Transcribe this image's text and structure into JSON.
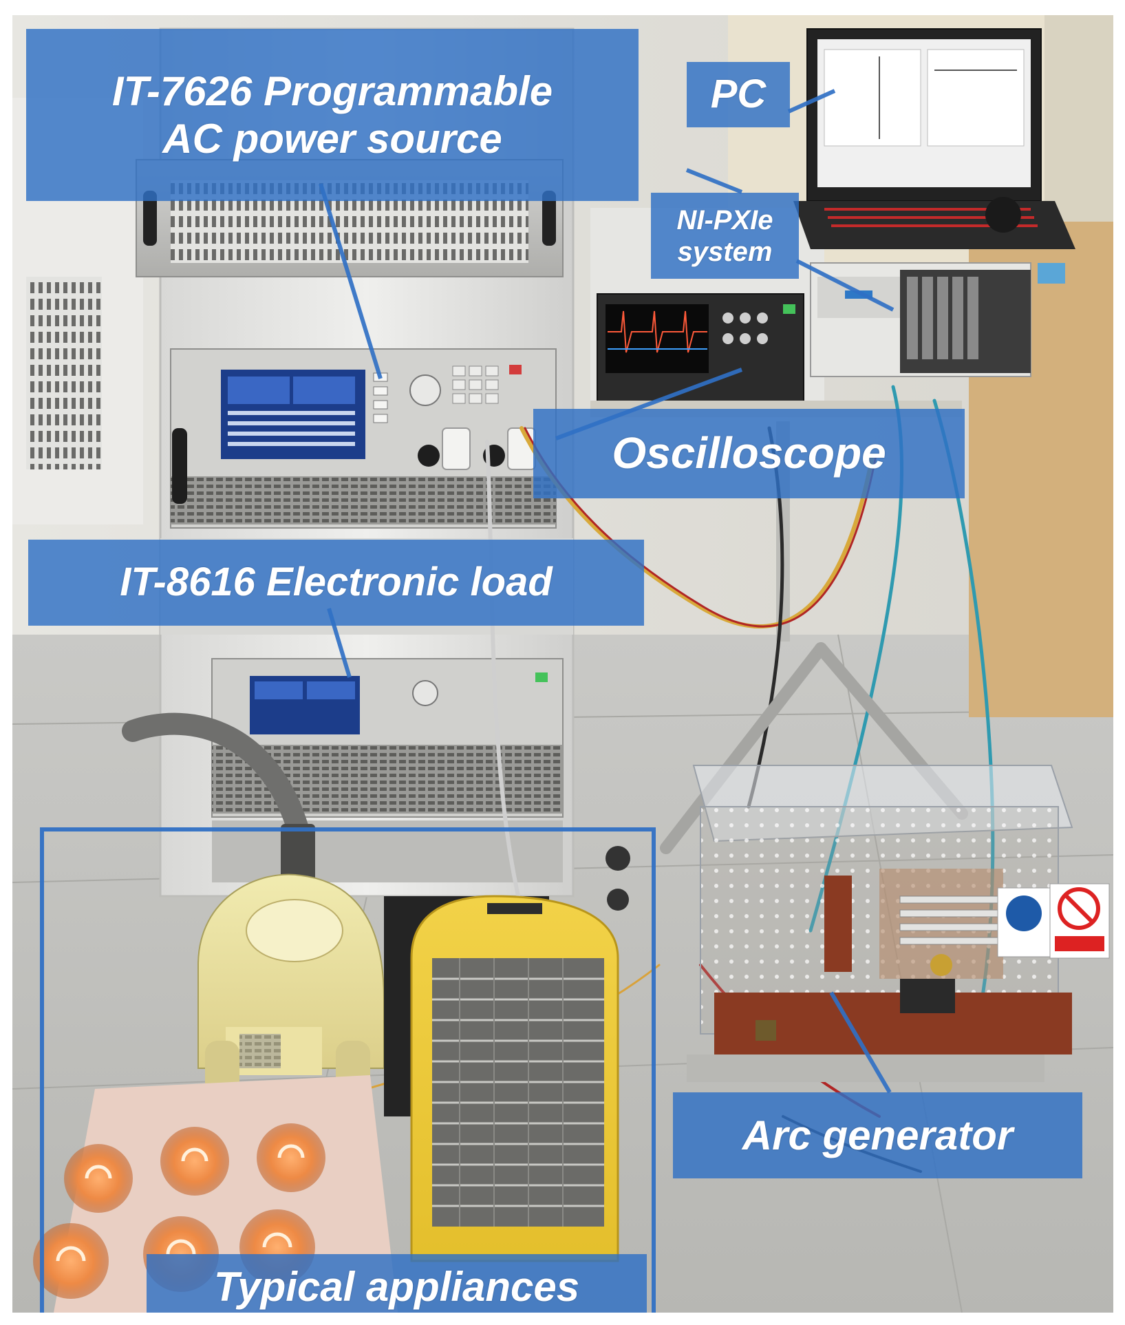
{
  "labels": {
    "ac_source_line1": "IT-7626 Programmable",
    "ac_source_line2": "AC power source",
    "pc": "PC",
    "nipxie_line1": "NI-PXIe",
    "nipxie_line2": "system",
    "oscilloscope": "Oscilloscope",
    "electronic_load": "IT-8616 Electronic load",
    "arc_generator": "Arc generator",
    "typical_appliances": "Typical appliances"
  },
  "colors": {
    "label_fill": "#3070c4",
    "label_text": "#ffffff"
  }
}
